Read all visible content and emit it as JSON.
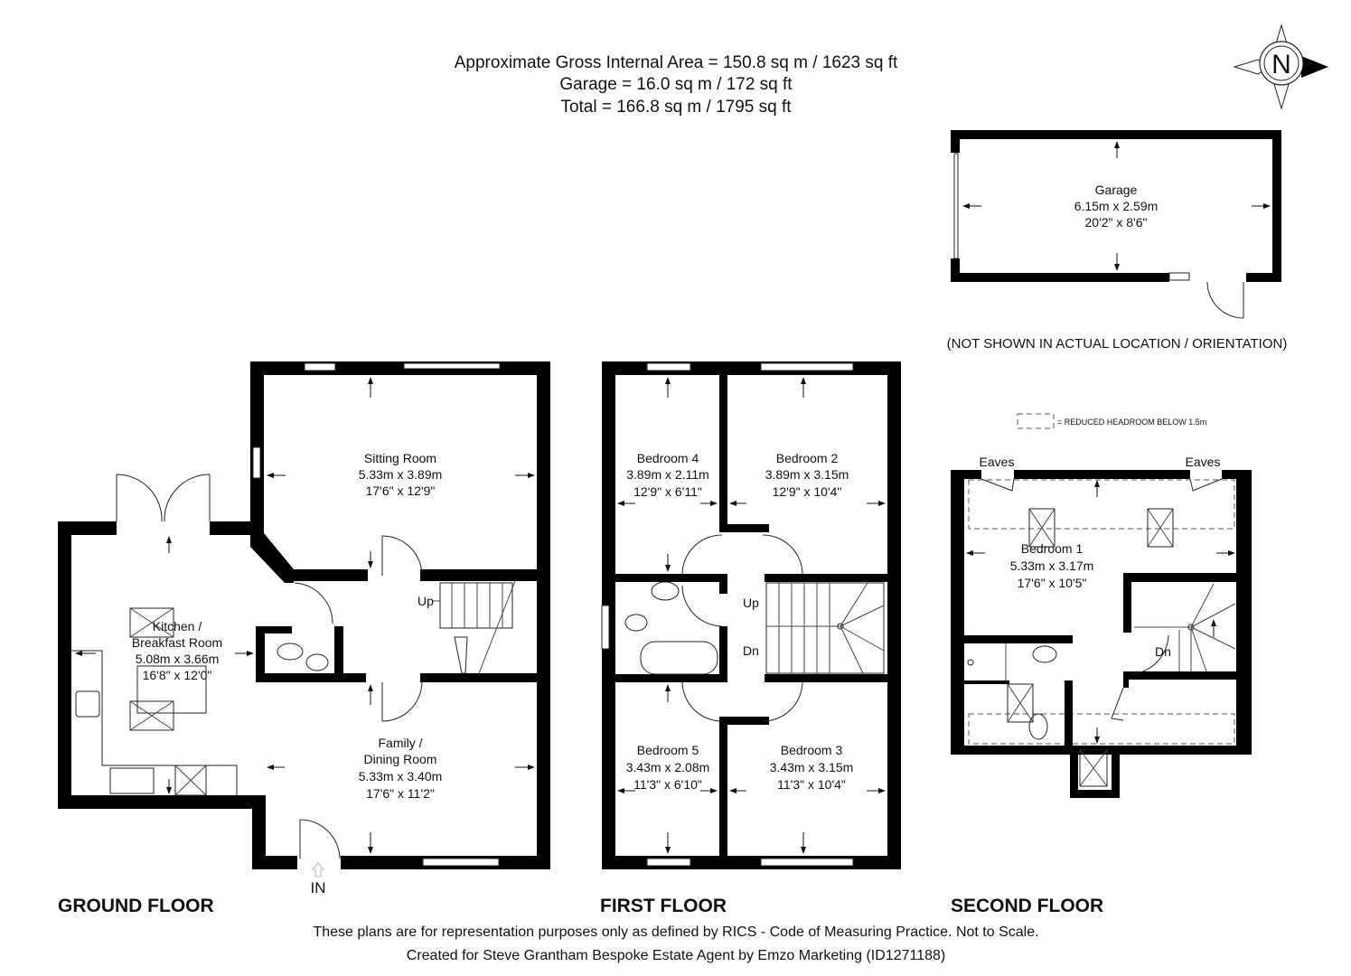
{
  "header": {
    "line1": "Approximate Gross Internal Area = 150.8 sq m / 1623 sq ft",
    "line2": "Garage = 16.0 sq m / 172 sq ft",
    "line3": "Total = 166.8 sq m / 1795 sq ft"
  },
  "compass": {
    "label": "N",
    "icon": "north-arrow-compass"
  },
  "garage": {
    "name": "Garage",
    "metric": "6.15m x 2.59m",
    "imperial": "20'2\" x 8'6\"",
    "note": "(NOT SHOWN IN ACTUAL LOCATION / ORIENTATION)"
  },
  "legend": {
    "text": "= REDUCED HEADROOM BELOW 1.5m"
  },
  "ground_floor": {
    "label": "GROUND FLOOR",
    "entrance": "IN",
    "stairs": "Up",
    "rooms": [
      {
        "name": "Sitting Room",
        "metric": "5.33m x 3.89m",
        "imperial": "17'6\" x 12'9\""
      },
      {
        "name1": "Kitchen /",
        "name2": "Breakfast Room",
        "metric": "5.08m x 3.66m",
        "imperial": "16'8\" x 12'0\""
      },
      {
        "name1": "Family /",
        "name2": "Dining Room",
        "metric": "5.33m x 3.40m",
        "imperial": "17'6\" x 11'2\""
      }
    ]
  },
  "first_floor": {
    "label": "FIRST FLOOR",
    "stairs_up": "Up",
    "stairs_down": "Dn",
    "rooms": [
      {
        "name": "Bedroom 4",
        "metric": "3.89m x 2.11m",
        "imperial": "12'9\" x 6'11\""
      },
      {
        "name": "Bedroom 2",
        "metric": "3.89m x 3.15m",
        "imperial": "12'9\" x 10'4\""
      },
      {
        "name": "Bedroom 5",
        "metric": "3.43m x 2.08m",
        "imperial": "11'3\" x 6'10\""
      },
      {
        "name": "Bedroom 3",
        "metric": "3.43m x 3.15m",
        "imperial": "11'3\" x 10'4\""
      }
    ]
  },
  "second_floor": {
    "label": "SECOND FLOOR",
    "eaves_left": "Eaves",
    "eaves_right": "Eaves",
    "stairs_down": "Dn",
    "rooms": [
      {
        "name": "Bedroom 1",
        "metric": "5.33m x 3.17m",
        "imperial": "17'6\" x 10'5\""
      }
    ]
  },
  "footer": {
    "disclaimer": "These plans are for representation purposes only as defined by RICS - Code of Measuring Practice. Not to Scale.",
    "credit": "Created for Steve Grantham Bespoke Estate Agent by Emzo Marketing (ID1271188)"
  }
}
